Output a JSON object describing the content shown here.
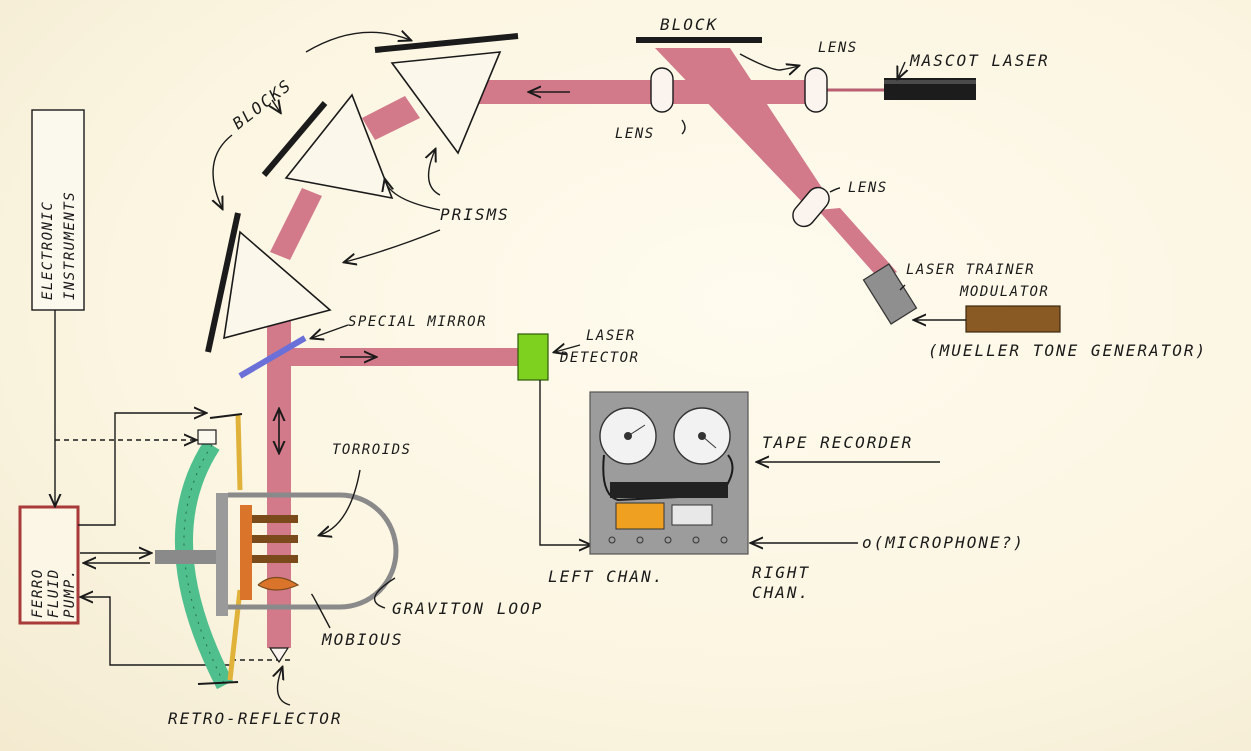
{
  "colors": {
    "beam": "#d2798a",
    "beam_dark": "#b85f72",
    "block": "#1b1b1b",
    "detector": "#7fd11f",
    "mirror": "#6b70d8",
    "graviton_arc": "#4fbf8e",
    "arc_gold": "#e0b23a",
    "torroid_orange": "#d9742a",
    "tape_gray": "#9c9c9c",
    "tone_gen": "#8a5a24",
    "pump_border": "#a83a3a"
  },
  "labels": {
    "block_top": "BLOCK",
    "lens_top": "LENS",
    "mascot_laser": "MASCOT LASER",
    "lens_left": "LENS",
    "lens_lower": "LENS",
    "blocks": "BLOCKS",
    "prisms": "PRISMS",
    "laser_trainer_1": "LASER TRAINER",
    "laser_trainer_2": "MODULATOR",
    "mueller": "(MUELLER TONE GENERATOR)",
    "special_mirror": "SPECIAL MIRROR",
    "laser_detector_1": "LASER",
    "laser_detector_2": "DETECTOR",
    "electronic_instruments_1": "ELECTRONIC",
    "electronic_instruments_2": "INSTRUMENTS",
    "torroids": "TORROIDS",
    "tape_recorder": "TAPE RECORDER",
    "microphone": "o(MICROPHONE?)",
    "left_chan": "LEFT CHAN.",
    "right_chan_1": "RIGHT",
    "right_chan_2": "CHAN.",
    "graviton_loop": "GRAVITON LOOP",
    "mobious": "MOBIOUS",
    "retro_reflector": "RETRO-REFLECTOR",
    "pump_1": "FERRO",
    "pump_2": "FLUID",
    "pump_3": "PUMP."
  }
}
